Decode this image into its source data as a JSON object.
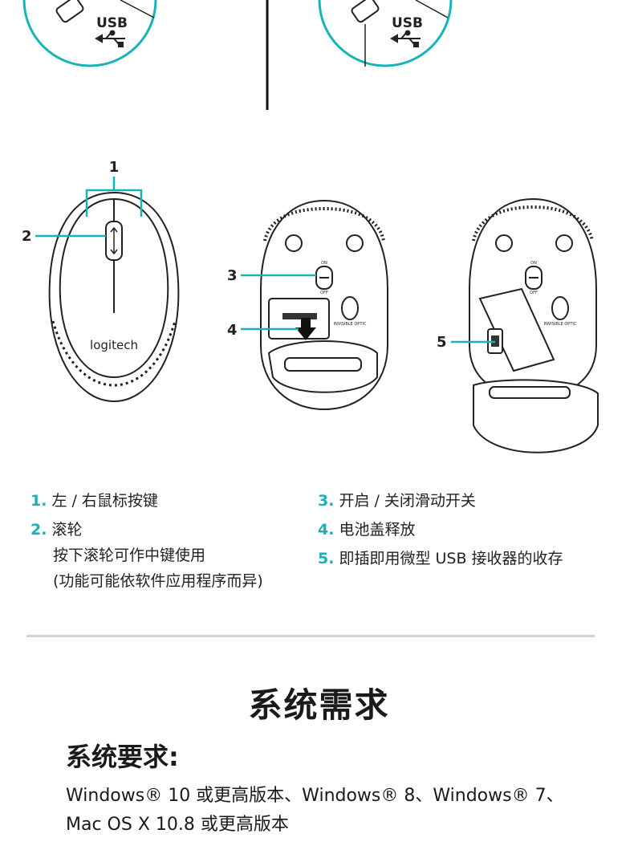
{
  "diagram": {
    "usb_label": "USB",
    "brand": "logitech",
    "switch_on": "ON",
    "switch_off": "OFF",
    "sensor_label": "INVISIBLE OPTIC",
    "callouts": [
      "1",
      "2",
      "3",
      "4",
      "5"
    ]
  },
  "legend": {
    "left": [
      {
        "num": "1.",
        "text": "左 / 右鼠标按键",
        "sub": []
      },
      {
        "num": "2.",
        "text": "滚轮",
        "sub": [
          "按下滚轮可作中键使用",
          "(功能可能依软件应用程序而异)"
        ]
      }
    ],
    "right": [
      {
        "num": "3.",
        "text": "开启 / 关闭滑动开关"
      },
      {
        "num": "4.",
        "text": "电池盖释放"
      },
      {
        "num": "5.",
        "text": "即插即用微型 USB 接收器的收存"
      }
    ]
  },
  "section": {
    "title": "系统需求",
    "subtitle": "系统要求:",
    "lines": [
      "Windows® 10 或更高版本、Windows® 8、Windows® 7、",
      "Mac OS X 10.8 或更高版本"
    ]
  },
  "colors": {
    "accent": "#19b2b7",
    "divider": "#d0d0d0",
    "text": "#1a1a1a"
  }
}
